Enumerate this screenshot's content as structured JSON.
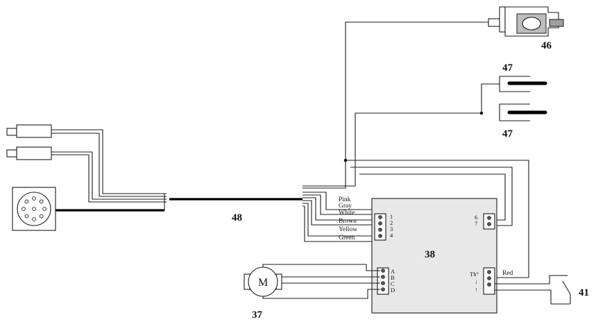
{
  "diagram": {
    "colors": {
      "stroke": "#1a1a1a",
      "module_fill": "#e8e8e8",
      "lamp_fill": "#bdbdbd",
      "heater_fill": "#000000"
    },
    "icons": {
      "motor": "motor-icon",
      "switch": "switch-icon",
      "lamp": "lamp-icon",
      "heater": "heater-element-icon",
      "round_connector": "round-connector-icon",
      "plug": "plug-icon"
    },
    "labels": {
      "cable": "48",
      "module": "38",
      "motor": "37",
      "lamp": "46",
      "heater_top": "47",
      "heater_bottom": "47",
      "switch": "41",
      "motor_letter": "M"
    },
    "wire_colors": [
      "Pink",
      "Gray",
      "White",
      "Brown",
      "Yellow",
      "Green"
    ],
    "red_label": "Red",
    "pins": {
      "left": [
        "1",
        "2",
        "3",
        "4"
      ],
      "right_top": [
        "6",
        "7"
      ],
      "motor": [
        "A",
        "B",
        "C",
        "D"
      ],
      "right_bottom": [
        "Th°",
        "↓",
        "↑"
      ]
    }
  }
}
